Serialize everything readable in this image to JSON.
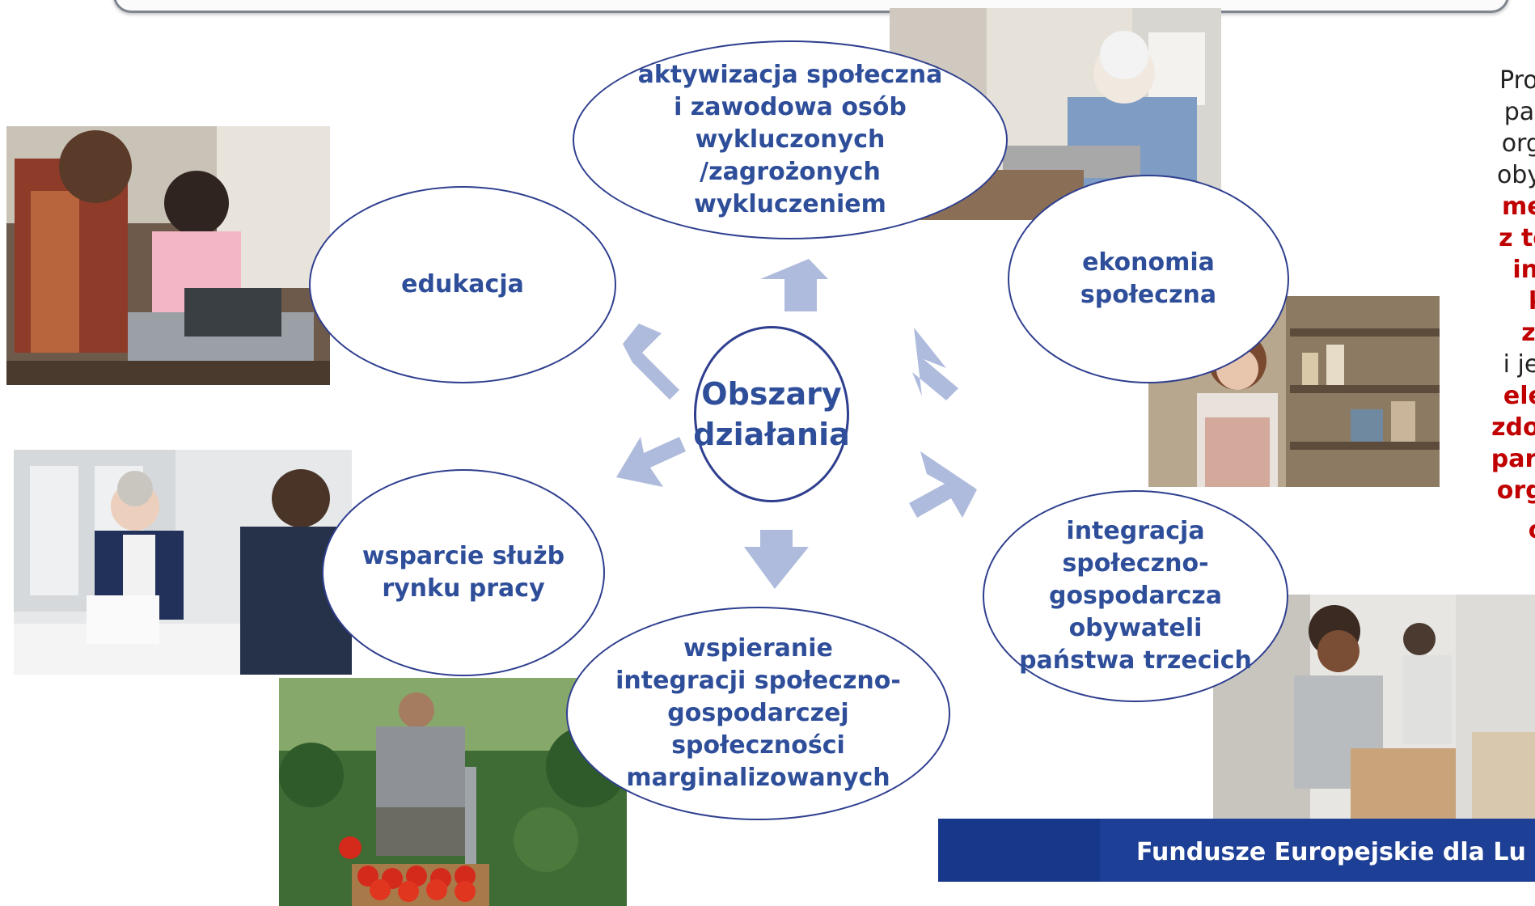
{
  "center": {
    "title": "Obszary\ndziałania"
  },
  "areas": [
    {
      "id": "aktywizacja",
      "label": "aktywizacja społeczna\ni zawodowa osób\nwykluczonych\n/zagrożonych\nwykluczeniem"
    },
    {
      "id": "edukacja",
      "label": "edukacja"
    },
    {
      "id": "ekonomia",
      "label": "ekonomia\nspołeczna"
    },
    {
      "id": "wsparcie",
      "label": "wsparcie służb\nrynku pracy"
    },
    {
      "id": "integracja",
      "label": "integracja\nspołeczno-\ngospodarcza\nobywateli\npaństwa trzecich"
    },
    {
      "id": "wspieranie",
      "label": "wspieranie\nintegracji społeczno-\ngospodarczej\nspołeczności\nmarginalizowanych"
    }
  ],
  "side_text": [
    {
      "text": "Projek",
      "style": "normal"
    },
    {
      "text": "partn",
      "style": "normal"
    },
    {
      "text": "organ",
      "style": "normal"
    },
    {
      "text": "obywa",
      "style": "normal"
    },
    {
      "text": "mery",
      "style": "red"
    },
    {
      "text": "z tem",
      "style": "red"
    },
    {
      "text": "inw",
      "style": "red"
    },
    {
      "text": "k",
      "style": "red"
    },
    {
      "text": "za",
      "style": "red"
    },
    {
      "text": "i jedn",
      "style": "normal"
    },
    {
      "text": "elem",
      "style": "red"
    },
    {
      "text": "zdolno",
      "style": "red"
    },
    {
      "text": "partne",
      "style": "red"
    },
    {
      "text": "organ",
      "style": "red"
    },
    {
      "text": "o",
      "style": "red"
    }
  ],
  "footer": {
    "text": "Fundusze Europejskie dla Lu"
  },
  "colors": {
    "ellipse_border": "#2f3f8f",
    "label": "#2e4e9a",
    "arrow": "#aebbdc",
    "red_text": "#c00000",
    "footer": "#1d3f95"
  }
}
